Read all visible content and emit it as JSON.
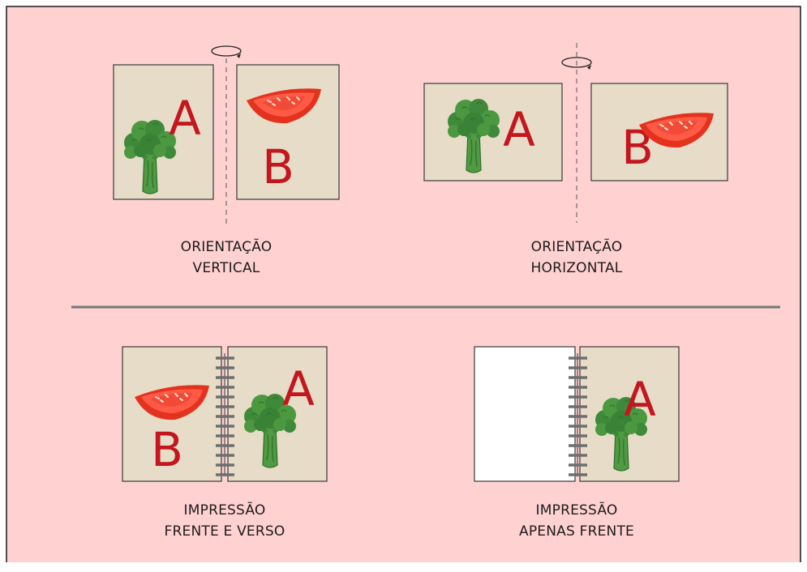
{
  "panels": {
    "vertical": {
      "letter_front": "A",
      "letter_back": "B",
      "caption_line1": "ORIENTAÇÃO",
      "caption_line2": "VERTICAL"
    },
    "horizontal": {
      "letter_front": "A",
      "letter_back": "B",
      "caption_line1": "ORIENTAÇÃO",
      "caption_line2": "HORIZONTAL"
    },
    "duplex": {
      "letter_left": "B",
      "letter_right": "A",
      "caption_line1": "IMPRESSÃO",
      "caption_line2": "FRENTE E VERSO"
    },
    "simplex": {
      "letter_right": "A",
      "caption_line1": "IMPRESSÃO",
      "caption_line2": "APENAS FRENTE"
    }
  },
  "colors": {
    "background": "#ffd1d1",
    "page": "#e6dcc7",
    "letter": "#c3161e",
    "broccoli": "#3e8a3a",
    "tomato": "#e3331f",
    "spiral": "#7a7a7a",
    "divider": "#777777"
  },
  "icons": [
    "rotate-arrow-icon",
    "broccoli-icon",
    "tomato-slice-icon",
    "spiral-binding-icon"
  ]
}
